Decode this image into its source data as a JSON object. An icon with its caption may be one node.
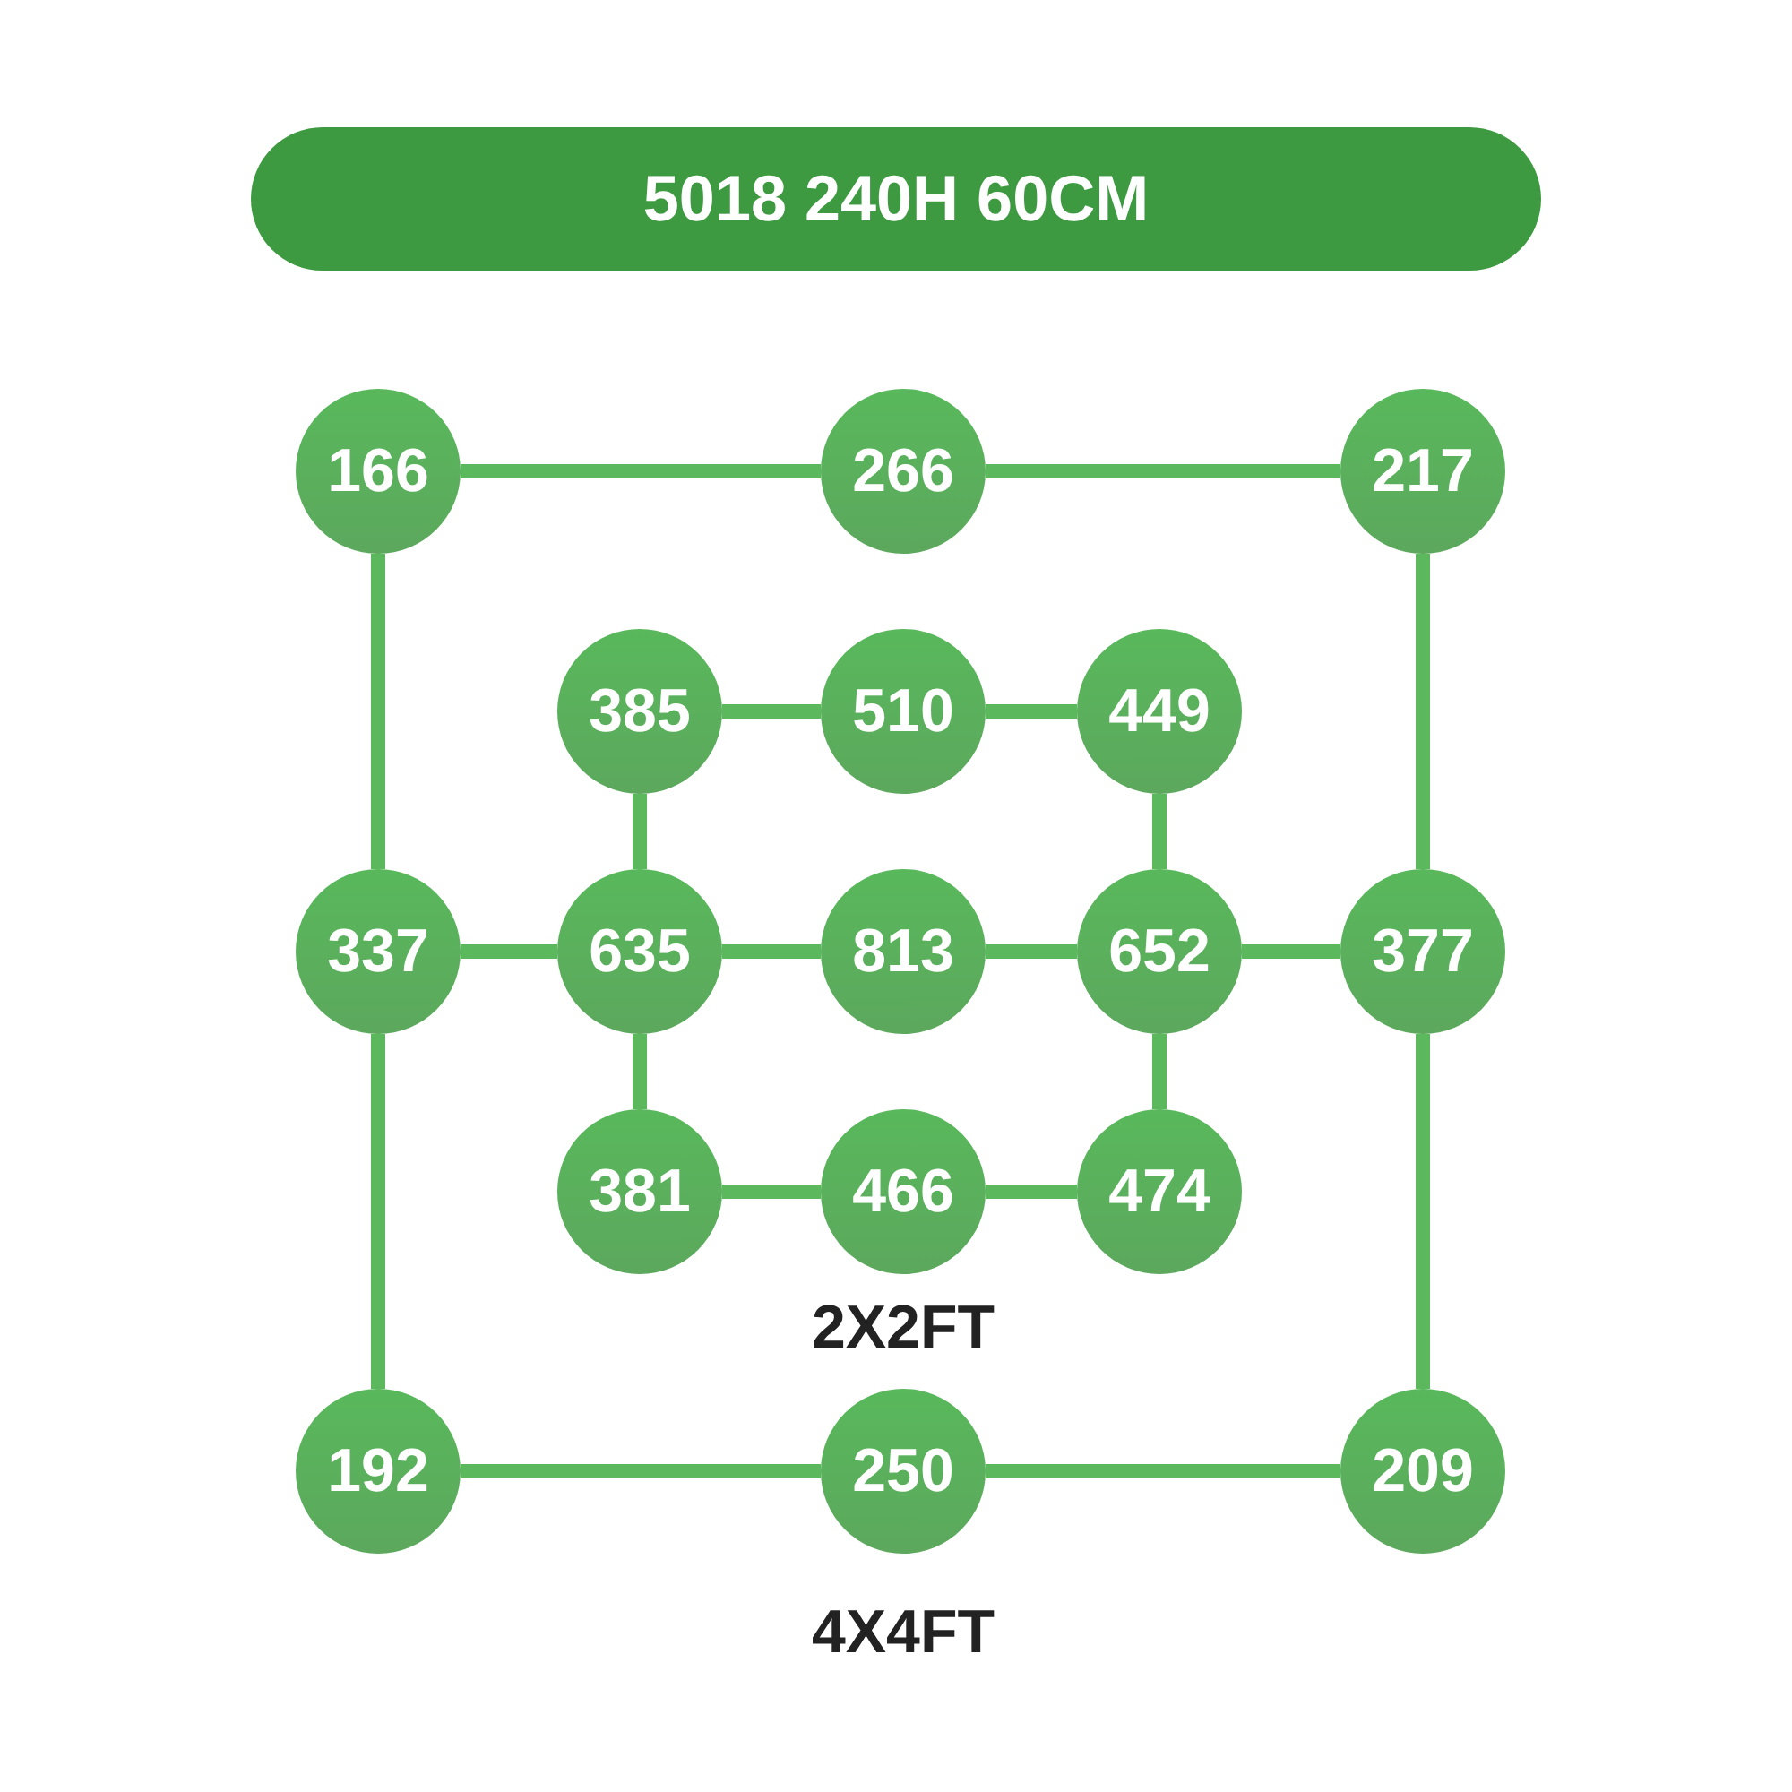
{
  "diagram": {
    "title": "5018 240H 60CM",
    "nodes": [
      {
        "text": [
          "166"
        ]
      },
      {
        "text": [
          "266"
        ]
      },
      {
        "text": [
          "217"
        ]
      },
      {
        "text": [
          "385"
        ]
      },
      {
        "text": [
          "510"
        ]
      },
      {
        "text": [
          "449"
        ]
      },
      {
        "text": [
          "337"
        ]
      },
      {
        "text": [
          "635"
        ]
      },
      {
        "text": [
          "813"
        ]
      },
      {
        "text": [
          "652"
        ]
      },
      {
        "text": [
          "377"
        ]
      },
      {
        "text": [
          "381"
        ]
      },
      {
        "text": [
          "466"
        ]
      },
      {
        "text": [
          "474"
        ]
      },
      {
        "text": [
          "192"
        ]
      },
      {
        "text": [
          "250"
        ]
      },
      {
        "text": [
          "209"
        ]
      }
    ],
    "edges": [
      {
        "from": 0,
        "to": 1,
        "arrow": "none"
      },
      {
        "from": 1,
        "to": 2,
        "arrow": "none"
      },
      {
        "from": 0,
        "to": 6,
        "arrow": "none"
      },
      {
        "from": 2,
        "to": 10,
        "arrow": "none"
      },
      {
        "from": 3,
        "to": 4,
        "arrow": "none"
      },
      {
        "from": 4,
        "to": 5,
        "arrow": "none"
      },
      {
        "from": 3,
        "to": 7,
        "arrow": "none"
      },
      {
        "from": 5,
        "to": 9,
        "arrow": "none"
      },
      {
        "from": 6,
        "to": 7,
        "arrow": "none"
      },
      {
        "from": 7,
        "to": 8,
        "arrow": "none"
      },
      {
        "from": 8,
        "to": 9,
        "arrow": "none"
      },
      {
        "from": 9,
        "to": 10,
        "arrow": "none"
      },
      {
        "from": 7,
        "to": 11,
        "arrow": "none"
      },
      {
        "from": 9,
        "to": 13,
        "arrow": "none"
      },
      {
        "from": 11,
        "to": 12,
        "arrow": "none"
      },
      {
        "from": 12,
        "to": 13,
        "arrow": "none"
      },
      {
        "from": 6,
        "to": 14,
        "arrow": "none"
      },
      {
        "from": 10,
        "to": 16,
        "arrow": "none"
      },
      {
        "from": 14,
        "to": 15,
        "arrow": "none"
      },
      {
        "from": 15,
        "to": 16,
        "arrow": "none"
      }
    ],
    "labels": [
      "2X2FT",
      "4X4FT"
    ]
  }
}
